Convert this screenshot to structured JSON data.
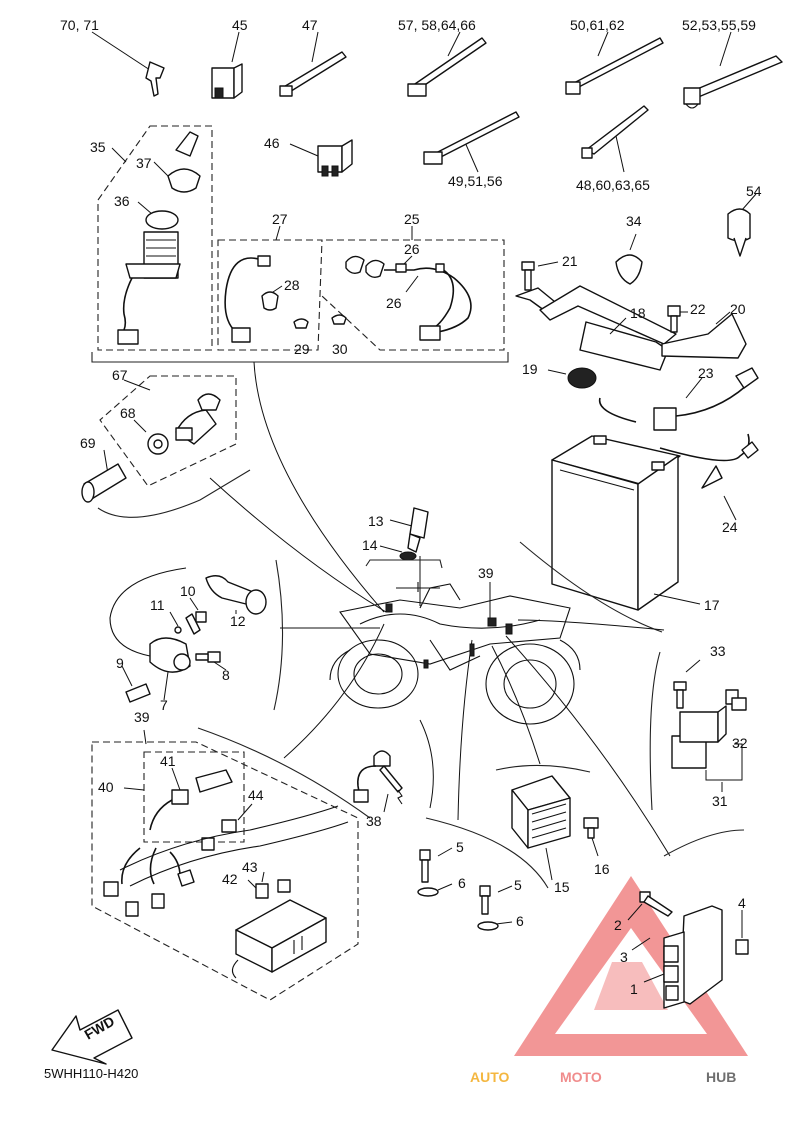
{
  "diagram_code": "5WHH110-H420",
  "direction_label": "FWD",
  "watermark": {
    "parts": [
      "AUTO",
      "MOTO",
      "HUB"
    ],
    "colors": {
      "auto": "#f4b740",
      "moto": "#f08c8c",
      "hub": "#6f6f6f",
      "triangle": "#ef7c7c"
    }
  },
  "callouts": [
    {
      "id": "c-70-71",
      "label": "70, 71"
    },
    {
      "id": "c-45",
      "label": "45"
    },
    {
      "id": "c-47",
      "label": "47"
    },
    {
      "id": "c-57-58-64-66",
      "label": "57, 58,64,66"
    },
    {
      "id": "c-50-61-62",
      "label": "50,61,62"
    },
    {
      "id": "c-52-53-55-59",
      "label": "52,53,55,59"
    },
    {
      "id": "c-35",
      "label": "35"
    },
    {
      "id": "c-37",
      "label": "37"
    },
    {
      "id": "c-46",
      "label": "46"
    },
    {
      "id": "c-36",
      "label": "36"
    },
    {
      "id": "c-49-51-56",
      "label": "49,51,56"
    },
    {
      "id": "c-48-60-63-65",
      "label": "48,60,63,65"
    },
    {
      "id": "c-54",
      "label": "54"
    },
    {
      "id": "c-27",
      "label": "27"
    },
    {
      "id": "c-25",
      "label": "25"
    },
    {
      "id": "c-26a",
      "label": "26"
    },
    {
      "id": "c-34",
      "label": "34"
    },
    {
      "id": "c-21",
      "label": "21"
    },
    {
      "id": "c-28",
      "label": "28"
    },
    {
      "id": "c-26b",
      "label": "26"
    },
    {
      "id": "c-29",
      "label": "29"
    },
    {
      "id": "c-30",
      "label": "30"
    },
    {
      "id": "c-18",
      "label": "18"
    },
    {
      "id": "c-22",
      "label": "22"
    },
    {
      "id": "c-20",
      "label": "20"
    },
    {
      "id": "c-19",
      "label": "19"
    },
    {
      "id": "c-23",
      "label": "23"
    },
    {
      "id": "c-67",
      "label": "67"
    },
    {
      "id": "c-68",
      "label": "68"
    },
    {
      "id": "c-69",
      "label": "69"
    },
    {
      "id": "c-24",
      "label": "24"
    },
    {
      "id": "c-13",
      "label": "13"
    },
    {
      "id": "c-14",
      "label": "14"
    },
    {
      "id": "c-39a",
      "label": "39"
    },
    {
      "id": "c-17",
      "label": "17"
    },
    {
      "id": "c-10",
      "label": "10"
    },
    {
      "id": "c-11",
      "label": "11"
    },
    {
      "id": "c-12",
      "label": "12"
    },
    {
      "id": "c-9",
      "label": "9"
    },
    {
      "id": "c-7",
      "label": "7"
    },
    {
      "id": "c-8",
      "label": "8"
    },
    {
      "id": "c-33",
      "label": "33"
    },
    {
      "id": "c-32",
      "label": "32"
    },
    {
      "id": "c-31",
      "label": "31"
    },
    {
      "id": "c-39b",
      "label": "39"
    },
    {
      "id": "c-40",
      "label": "40"
    },
    {
      "id": "c-41",
      "label": "41"
    },
    {
      "id": "c-44",
      "label": "44"
    },
    {
      "id": "c-38",
      "label": "38"
    },
    {
      "id": "c-5a",
      "label": "5"
    },
    {
      "id": "c-6a",
      "label": "6"
    },
    {
      "id": "c-16",
      "label": "16"
    },
    {
      "id": "c-15",
      "label": "15"
    },
    {
      "id": "c-5b",
      "label": "5"
    },
    {
      "id": "c-6b",
      "label": "6"
    },
    {
      "id": "c-43",
      "label": "43"
    },
    {
      "id": "c-42",
      "label": "42"
    },
    {
      "id": "c-4",
      "label": "4"
    },
    {
      "id": "c-2",
      "label": "2"
    },
    {
      "id": "c-3",
      "label": "3"
    },
    {
      "id": "c-1",
      "label": "1"
    }
  ]
}
